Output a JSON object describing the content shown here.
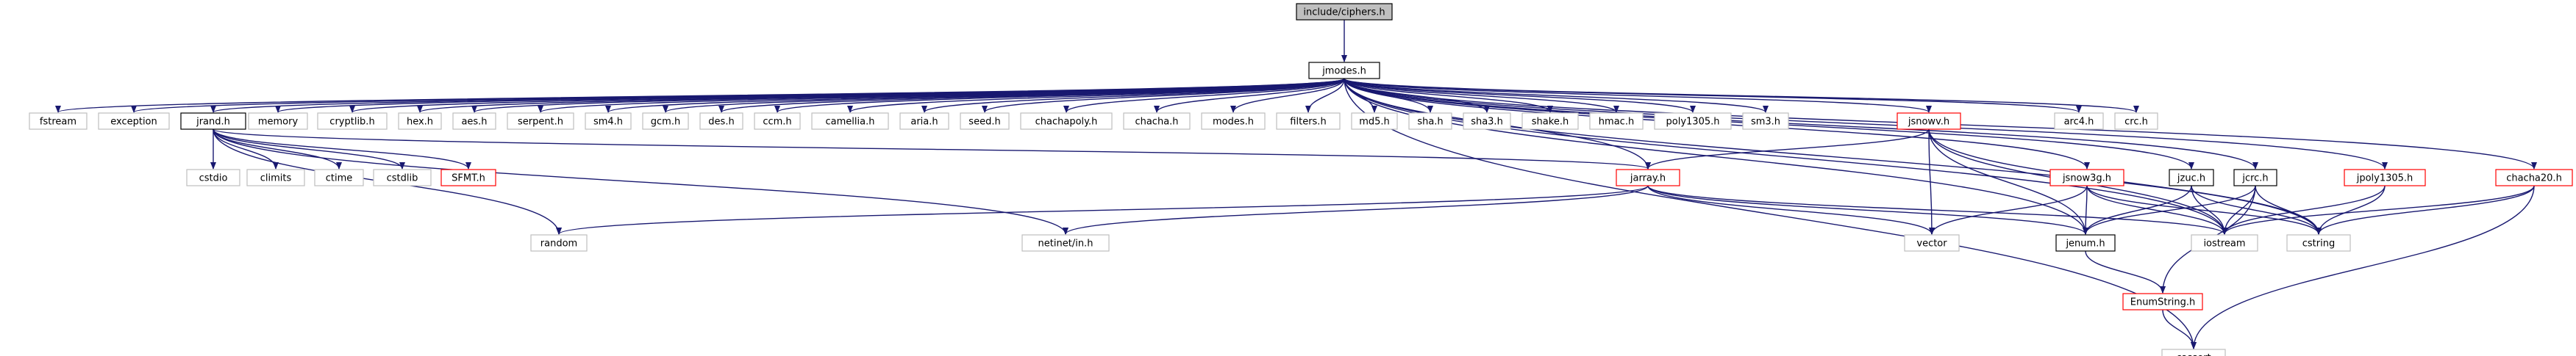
{
  "diagram": {
    "root": "include/ciphers.h",
    "nodes": {
      "ciphers": {
        "label": "include/ciphers.h",
        "style": "root"
      },
      "jmodes": {
        "label": "jmodes.h",
        "style": "normal"
      },
      "fstream": {
        "label": "fstream",
        "style": "std"
      },
      "exception": {
        "label": "exception",
        "style": "std"
      },
      "jrand": {
        "label": "jrand.h",
        "style": "normal"
      },
      "memory": {
        "label": "memory",
        "style": "std"
      },
      "cryptlib": {
        "label": "cryptlib.h",
        "style": "std"
      },
      "hex": {
        "label": "hex.h",
        "style": "std"
      },
      "aes": {
        "label": "aes.h",
        "style": "std"
      },
      "serpent": {
        "label": "serpent.h",
        "style": "std"
      },
      "sm4": {
        "label": "sm4.h",
        "style": "std"
      },
      "gcm": {
        "label": "gcm.h",
        "style": "std"
      },
      "des": {
        "label": "des.h",
        "style": "std"
      },
      "ccm": {
        "label": "ccm.h",
        "style": "std"
      },
      "camellia": {
        "label": "camellia.h",
        "style": "std"
      },
      "aria": {
        "label": "aria.h",
        "style": "std"
      },
      "seed": {
        "label": "seed.h",
        "style": "std"
      },
      "chachapoly": {
        "label": "chachapoly.h",
        "style": "std"
      },
      "chacha": {
        "label": "chacha.h",
        "style": "std"
      },
      "modes": {
        "label": "modes.h",
        "style": "std"
      },
      "filters": {
        "label": "filters.h",
        "style": "std"
      },
      "md5": {
        "label": "md5.h",
        "style": "std"
      },
      "sha": {
        "label": "sha.h",
        "style": "std"
      },
      "sha3": {
        "label": "sha3.h",
        "style": "std"
      },
      "shake": {
        "label": "shake.h",
        "style": "std"
      },
      "hmac": {
        "label": "hmac.h",
        "style": "std"
      },
      "poly1305": {
        "label": "poly1305.h",
        "style": "std"
      },
      "sm3": {
        "label": "sm3.h",
        "style": "std"
      },
      "jsnowv": {
        "label": "jsnowv.h",
        "style": "red"
      },
      "arc4": {
        "label": "arc4.h",
        "style": "std"
      },
      "crc": {
        "label": "crc.h",
        "style": "std"
      },
      "cstdio": {
        "label": "cstdio",
        "style": "std"
      },
      "climits": {
        "label": "climits",
        "style": "std"
      },
      "ctime": {
        "label": "ctime",
        "style": "std"
      },
      "cstdlib": {
        "label": "cstdlib",
        "style": "std"
      },
      "sfmt": {
        "label": "SFMT.h",
        "style": "red"
      },
      "jarray": {
        "label": "jarray.h",
        "style": "red"
      },
      "jsnow3g": {
        "label": "jsnow3g.h",
        "style": "red"
      },
      "jzuc": {
        "label": "jzuc.h",
        "style": "normal"
      },
      "jcrc": {
        "label": "jcrc.h",
        "style": "normal"
      },
      "jpoly1305": {
        "label": "jpoly1305.h",
        "style": "red"
      },
      "chacha20": {
        "label": "chacha20.h",
        "style": "red"
      },
      "random": {
        "label": "random",
        "style": "std"
      },
      "netinet": {
        "label": "netinet/in.h",
        "style": "std"
      },
      "vector": {
        "label": "vector",
        "style": "std"
      },
      "jenum": {
        "label": "jenum.h",
        "style": "normal"
      },
      "iostream": {
        "label": "iostream",
        "style": "std"
      },
      "cstring": {
        "label": "cstring",
        "style": "std"
      },
      "enumstring": {
        "label": "EnumString.h",
        "style": "red"
      },
      "cassert": {
        "label": "cassert",
        "style": "std"
      }
    },
    "edges": [
      [
        "ciphers",
        "jmodes"
      ],
      [
        "jmodes",
        "fstream"
      ],
      [
        "jmodes",
        "exception"
      ],
      [
        "jmodes",
        "jrand"
      ],
      [
        "jmodes",
        "memory"
      ],
      [
        "jmodes",
        "cryptlib"
      ],
      [
        "jmodes",
        "hex"
      ],
      [
        "jmodes",
        "aes"
      ],
      [
        "jmodes",
        "serpent"
      ],
      [
        "jmodes",
        "sm4"
      ],
      [
        "jmodes",
        "gcm"
      ],
      [
        "jmodes",
        "des"
      ],
      [
        "jmodes",
        "ccm"
      ],
      [
        "jmodes",
        "camellia"
      ],
      [
        "jmodes",
        "aria"
      ],
      [
        "jmodes",
        "seed"
      ],
      [
        "jmodes",
        "chachapoly"
      ],
      [
        "jmodes",
        "chacha"
      ],
      [
        "jmodes",
        "modes"
      ],
      [
        "jmodes",
        "filters"
      ],
      [
        "jmodes",
        "md5"
      ],
      [
        "jmodes",
        "sha"
      ],
      [
        "jmodes",
        "sha3"
      ],
      [
        "jmodes",
        "shake"
      ],
      [
        "jmodes",
        "hmac"
      ],
      [
        "jmodes",
        "poly1305"
      ],
      [
        "jmodes",
        "sm3"
      ],
      [
        "jmodes",
        "jsnowv"
      ],
      [
        "jmodes",
        "arc4"
      ],
      [
        "jmodes",
        "crc"
      ],
      [
        "jmodes",
        "jarray"
      ],
      [
        "jmodes",
        "jsnow3g"
      ],
      [
        "jmodes",
        "jzuc"
      ],
      [
        "jmodes",
        "jcrc"
      ],
      [
        "jmodes",
        "jpoly1305"
      ],
      [
        "jmodes",
        "chacha20"
      ],
      [
        "jmodes",
        "jenum"
      ],
      [
        "jmodes",
        "iostream"
      ],
      [
        "jmodes",
        "cstring"
      ],
      [
        "jmodes",
        "cassert"
      ],
      [
        "jrand",
        "cstdio"
      ],
      [
        "jrand",
        "climits"
      ],
      [
        "jrand",
        "ctime"
      ],
      [
        "jrand",
        "cstdlib"
      ],
      [
        "jrand",
        "sfmt"
      ],
      [
        "jrand",
        "jarray"
      ],
      [
        "jrand",
        "random"
      ],
      [
        "jrand",
        "netinet"
      ],
      [
        "jsnowv",
        "jarray"
      ],
      [
        "jsnowv",
        "vector"
      ],
      [
        "jsnowv",
        "jenum"
      ],
      [
        "jsnowv",
        "iostream"
      ],
      [
        "jsnowv",
        "cstring"
      ],
      [
        "jarray",
        "random"
      ],
      [
        "jarray",
        "netinet"
      ],
      [
        "jarray",
        "vector"
      ],
      [
        "jarray",
        "jenum"
      ],
      [
        "jarray",
        "iostream"
      ],
      [
        "jsnow3g",
        "vector"
      ],
      [
        "jsnow3g",
        "jenum"
      ],
      [
        "jsnow3g",
        "iostream"
      ],
      [
        "jsnow3g",
        "cstring"
      ],
      [
        "jzuc",
        "jenum"
      ],
      [
        "jzuc",
        "iostream"
      ],
      [
        "jzuc",
        "cstring"
      ],
      [
        "jcrc",
        "jenum"
      ],
      [
        "jcrc",
        "iostream"
      ],
      [
        "jcrc",
        "cstring"
      ],
      [
        "jcrc",
        "enumstring"
      ],
      [
        "jpoly1305",
        "iostream"
      ],
      [
        "jpoly1305",
        "cstring"
      ],
      [
        "chacha20",
        "iostream"
      ],
      [
        "chacha20",
        "cstring"
      ],
      [
        "chacha20",
        "cassert"
      ],
      [
        "jenum",
        "enumstring"
      ],
      [
        "enumstring",
        "cassert"
      ]
    ],
    "colors": {
      "edge": "#191970",
      "root_fill": "#bfbfbf",
      "normal_border": "#000000",
      "std_border": "#bfbfbf",
      "red_border": "#ff0000"
    }
  }
}
